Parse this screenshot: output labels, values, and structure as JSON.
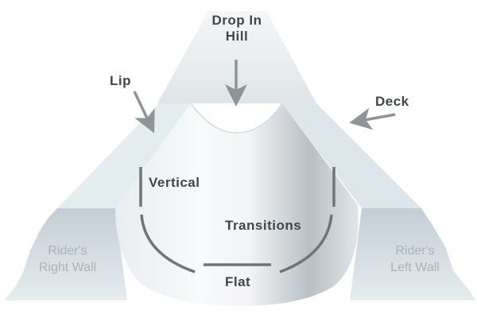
{
  "title": "Halfpipe anatomy",
  "labels": {
    "drop_in_line1": "Drop In",
    "drop_in_line2": "Hill",
    "lip": "Lip",
    "deck": "Deck",
    "vertical": "Vertical",
    "transitions": "Transitions",
    "flat": "Flat",
    "right_wall_line1": "Rider's",
    "right_wall_line2": "Right Wall",
    "left_wall_line1": "Rider's",
    "left_wall_line2": "Left Wall"
  },
  "colors": {
    "label": "#3f464c",
    "arrow": "#8e9499",
    "wall_text": "#a9b3ba",
    "marker": "#6e7479"
  }
}
